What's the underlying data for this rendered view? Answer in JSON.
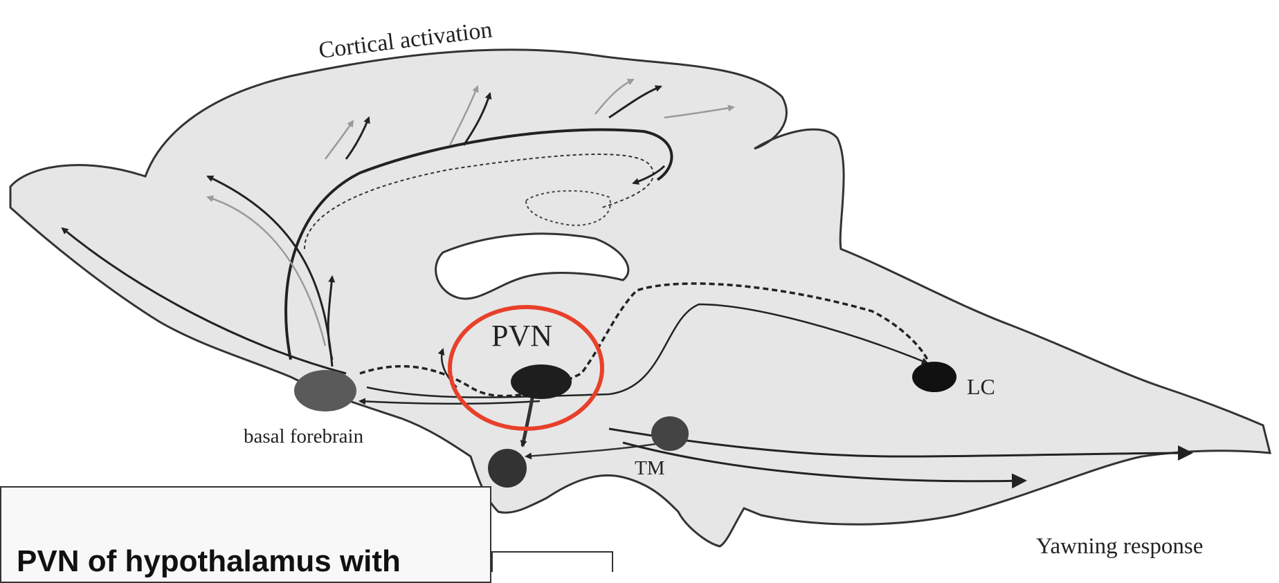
{
  "labels": {
    "cortical_activation": "Cortical activation",
    "pvn": "PVN",
    "lc": "LC",
    "basal_forebrain": "basal forebrain",
    "tm": "TM",
    "yawning_response": "Yawning response"
  },
  "caption": {
    "text": "PVN of hypothalamus with"
  },
  "colors": {
    "highlight": "#e8402a",
    "brain_fill": "#e6e6e6",
    "outline": "#333333"
  }
}
